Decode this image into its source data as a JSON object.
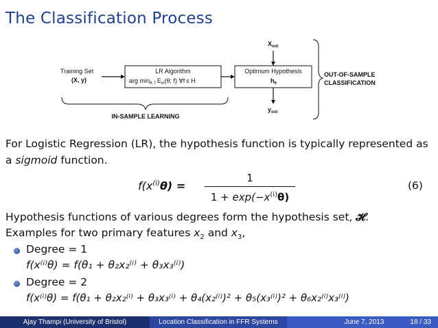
{
  "slide": {
    "title": "The Classification Process"
  },
  "diagram": {
    "training_set": "Training Set",
    "training_set_args": "(X, y)",
    "lr_algorithm": "LR Algorithm",
    "lr_formula": "arg min",
    "lr_formula_sub": "θ, f",
    "lr_formula_rest": " E",
    "lr_formula_rest_sub": "in",
    "lr_formula_tail": "(θ; f)  ∀f ε H",
    "optimum_hypothesis": "Optimum Hypothesis",
    "h_theta": "h",
    "h_theta_sub": "θ",
    "x_out": "X",
    "x_out_sub": "out",
    "y_out": "y",
    "y_out_sub": "out",
    "in_sample": "IN-SAMPLE LEARNING",
    "out_of_sample_1": "OUT-OF-SAMPLE",
    "out_of_sample_2": "CLASSIFICATION"
  },
  "intro": {
    "text_before": "For Logistic Regression (LR), the hypothesis function is typically represented as a ",
    "emph": "sigmoid",
    "text_after": " function."
  },
  "equation": {
    "lhs": "f(x",
    "lhs_sup": "(i)",
    "lhs_theta": "θ) =",
    "numerator": "1",
    "denominator_pre": "1 + ",
    "denominator_exp": "exp",
    "denominator_mid": "(−x",
    "denominator_sup": "(i)",
    "denominator_theta": "θ)",
    "number": "(6)"
  },
  "hypothesis": {
    "line1_pre": "Hypothesis functions of various degrees form the hypothesis set, ",
    "line1_symbol": "𝓗",
    "line1_post": ".",
    "line2_pre": "Examples for two primary features ",
    "line2_x2": "x",
    "line2_x2_sub": "2",
    "line2_mid": " and ",
    "line2_x3": "x",
    "line2_x3_sub": "3",
    "line2_post": ","
  },
  "bullets": [
    {
      "label": "Degree = 1",
      "formula": "f(x⁽ⁱ⁾θ) = f(θ₁ + θ₂x₂⁽ⁱ⁾ + θ₃x₃⁽ⁱ⁾)"
    },
    {
      "label": "Degree = 2",
      "formula": "f(x⁽ⁱ⁾θ) = f(θ₁ + θ₂x₂⁽ⁱ⁾ + θ₃x₃⁽ⁱ⁾ + θ₄(x₂⁽ⁱ⁾)² + θ₅(x₃⁽ⁱ⁾)² + θ₆x₂⁽ⁱ⁾x₃⁽ⁱ⁾)"
    }
  ],
  "footer": {
    "author": "Ajay Thampi  (University of Bristol)",
    "talk": "Location Classification in FFR Systems",
    "date": "June 7, 2013",
    "page": "18 / 33"
  }
}
